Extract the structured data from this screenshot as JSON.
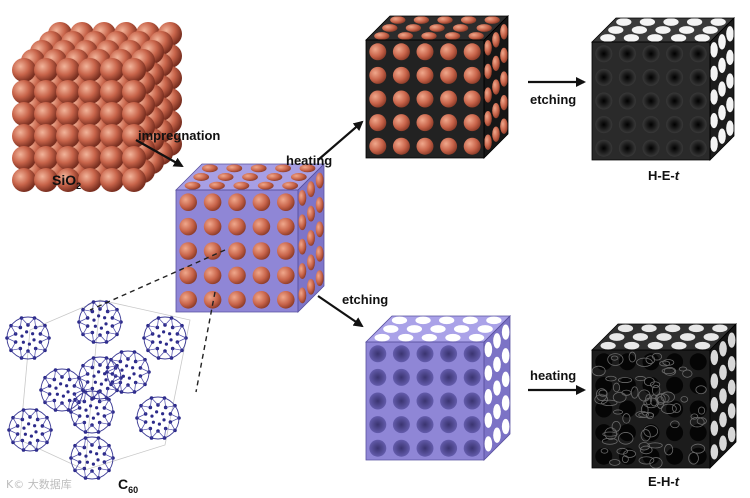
{
  "labels": {
    "sio2_base": "SiO",
    "sio2_sub": "2",
    "c60_base": "C",
    "c60_sub": "60",
    "impregnation": "impregnation",
    "heating_top": "heating",
    "etching_top": "etching",
    "etching_bottom": "etching",
    "heating_bottom": "heating",
    "he_prefix": "H-E-",
    "he_suffix": "t",
    "eh_prefix": "E-H-",
    "eh_suffix": "t",
    "watermark": "K© 大数据库"
  },
  "colors": {
    "sphere": "#c8644a",
    "sphere_light": "#eaa085",
    "sphere_dark": "#7a2f20",
    "composite": "#8f86d6",
    "composite_light": "#b9b3ee",
    "carbon": "#1e1e1e",
    "carbon_light": "#5a5a5a",
    "c60_atom": "#2c2a8a",
    "arrow": "#111111"
  }
}
